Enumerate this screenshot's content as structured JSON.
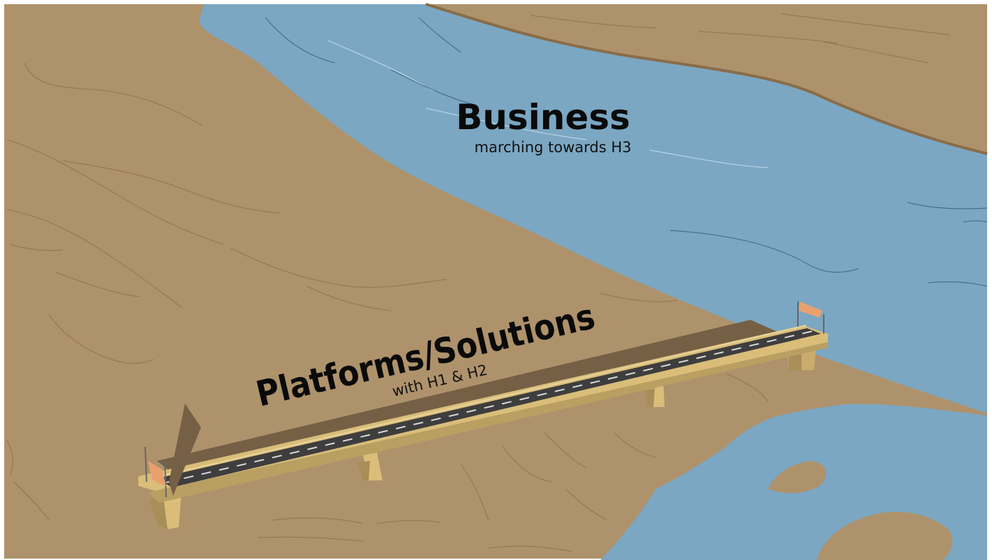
{
  "business": {
    "title": "Business",
    "subtitle": "marching towards H3"
  },
  "platforms": {
    "title": "Platforms/Solutions",
    "subtitle": "with H1 & H2"
  },
  "colors": {
    "land": "#ae926b",
    "land_line": "#957a55",
    "river": "#7ba7c3",
    "river_bank": "#8a6c48",
    "bridge_body": "#d9bd79",
    "bridge_shade": "#a88e57",
    "bridge_shadow": "#756046",
    "road": "#3e3e3e",
    "road_dash": "#d9d9d9",
    "flag": "#e8a16e"
  }
}
